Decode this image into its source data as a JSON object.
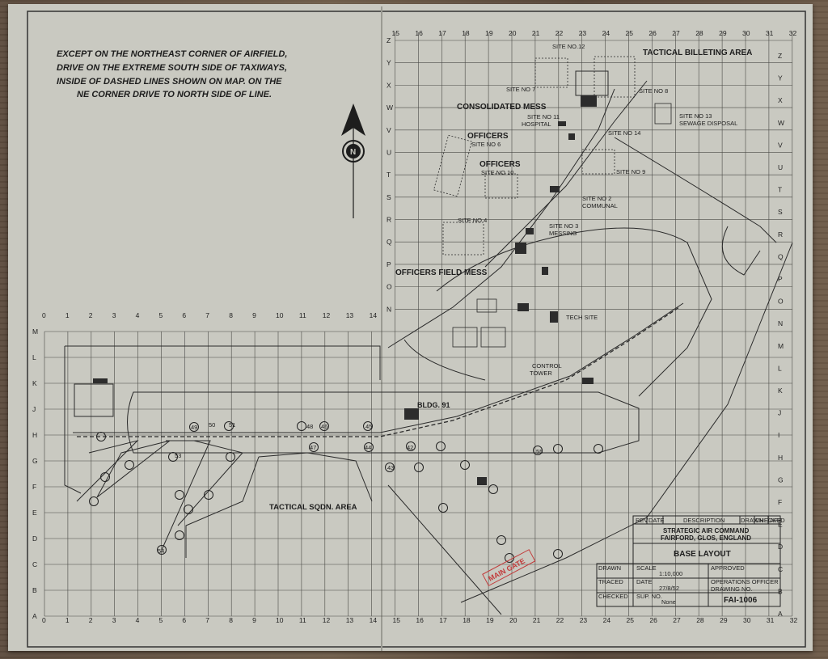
{
  "note_lines": [
    "EXCEPT ON THE NORTHEAST CORNER OF AIRFIELD,",
    "DRIVE ON THE EXTREME SOUTH SIDE OF TAXIWAYS,",
    "INSIDE OF DASHED LINES SHOWN ON MAP.  ON THE",
    "NE  CORNER DRIVE TO NORTH SIDE OF LINE."
  ],
  "north_letter": "N",
  "grid": {
    "bottom_cols": [
      "0",
      "1",
      "2",
      "3",
      "4",
      "5",
      "6",
      "7",
      "8",
      "9",
      "10",
      "11",
      "12",
      "13",
      "14",
      "15",
      "16",
      "17",
      "18",
      "19",
      "20",
      "21",
      "22",
      "23",
      "24",
      "25",
      "26",
      "27",
      "28",
      "29",
      "30",
      "31",
      "32"
    ],
    "top_cols": [
      "15",
      "16",
      "17",
      "18",
      "19",
      "20",
      "21",
      "22",
      "23",
      "24",
      "25",
      "26",
      "27",
      "28",
      "29",
      "30",
      "31",
      "32"
    ],
    "left_rows": [
      "M",
      "L",
      "K",
      "J",
      "H",
      "G",
      "F",
      "E",
      "D",
      "C",
      "B",
      "A"
    ],
    "right_rows": [
      "Z",
      "Y",
      "X",
      "W",
      "V",
      "U",
      "T",
      "S",
      "R",
      "Q",
      "P",
      "O",
      "N",
      "M",
      "L",
      "K",
      "J",
      "I",
      "H",
      "G",
      "F",
      "E",
      "D",
      "C",
      "B",
      "A"
    ],
    "top_rows": [
      "Z",
      "Y",
      "X",
      "W",
      "V",
      "U",
      "T",
      "S",
      "R",
      "Q",
      "P",
      "O",
      "N"
    ]
  },
  "labels": {
    "tactical_billeting": "TACTICAL BILLETING AREA",
    "site12": "SITE NO.12",
    "site7": "SITE NO 7",
    "site8": "SITE NO 8",
    "consolidated_mess": "CONSOLIDATED MESS",
    "site11": "SITE NO 11",
    "hospital": "HOSPITAL",
    "site13": "SITE NO 13",
    "sewage": "SEWAGE DISPOSAL",
    "site14": "SITE NO 14",
    "officers1": "OFFICERS",
    "site6": "SITE NO 6",
    "officers2": "OFFICERS",
    "site10": "SITE NO 10",
    "site9": "SITE NO 9",
    "site2": "SITE NO 2",
    "communal": "COMMUNAL",
    "site4": "SITE NO 4",
    "site3": "SITE NO 3",
    "messing": "MESSING",
    "officers_field_mess": "OFFICERS FIELD MESS",
    "tech_site": "TECH SITE",
    "control": "CONTROL",
    "tower": "TOWER",
    "bldg91": "BLDG. 91",
    "tactical_sqdn": "TACTICAL SQDN. AREA",
    "main_gate": "MAIN GATE"
  },
  "pad_numbers": [
    "48",
    "46",
    "45",
    "44",
    "47",
    "42",
    "43",
    "49",
    "50",
    "51",
    "53",
    "54",
    "55"
  ],
  "title_block": {
    "rev_header": [
      "REV",
      "DATE",
      "DESCRIPTION",
      "DRAWN",
      "CHECKED",
      "APP"
    ],
    "org1": "STRATEGIC AIR COMMAND",
    "org2": "FAIRFORD, GLOS, ENGLAND",
    "title": "BASE LAYOUT",
    "drawn_label": "DRAWN",
    "traced_label": "TRACED",
    "checked_label": "CHECKED",
    "scale_label": "SCALE",
    "scale_value": "1:10,000",
    "date_label": "DATE",
    "date_value": "27/8/52",
    "approved_label": "APPROVED",
    "officer_label": "OPERATIONS OFFICER",
    "drawing_no_label": "DRAWING NO.",
    "drawing_no": "FAI-1006",
    "sup_label": "SUP. NO.",
    "sup_value": "None"
  },
  "colors": {
    "paper": "#c9c9c1",
    "ink": "#1d1d1d",
    "stamp": "#c23a3a"
  }
}
